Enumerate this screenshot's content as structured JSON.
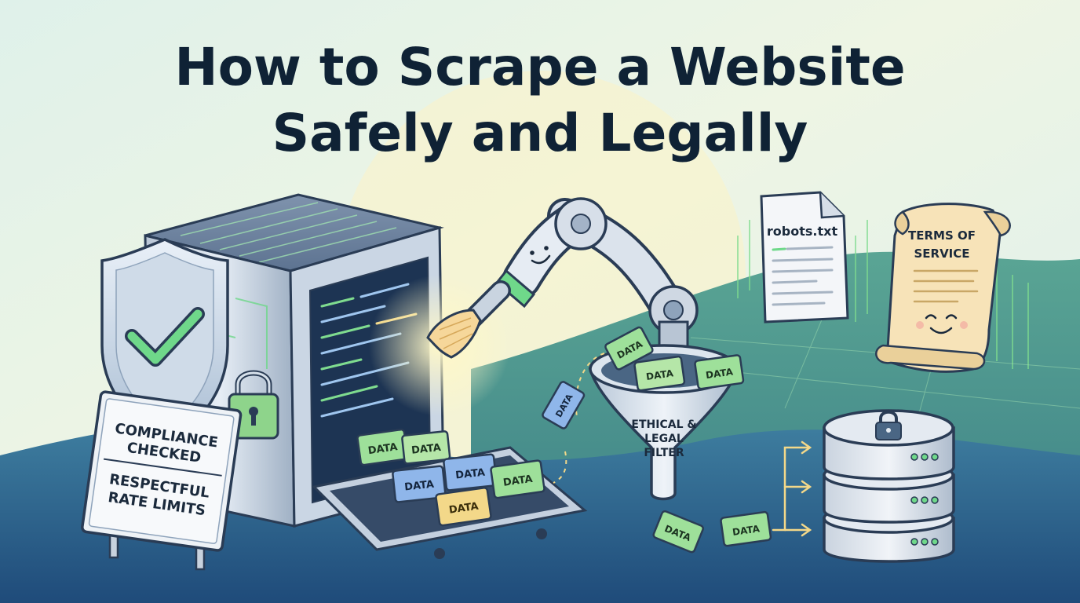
{
  "title": {
    "line1": "How to Scrape a Website",
    "line2": "Safely and Legally"
  },
  "sign": {
    "line1": "COMPLIANCE",
    "line2": "CHECKED",
    "line3": "RESPECTFUL",
    "line4": "RATE LIMITS"
  },
  "robots_doc": {
    "label": "robots.txt"
  },
  "terms_scroll": {
    "line1": "TERMS OF",
    "line2": "SERVICE"
  },
  "funnel": {
    "line1": "ETHICAL &",
    "line2": "LEGAL",
    "line3": "FILTER"
  },
  "data_block_label": "DATA",
  "colors": {
    "title": "#0f2235",
    "hill_far": "#4d9a8e",
    "hill_near": "#2f5f8f",
    "accent_green": "#5fcf6f",
    "block_green": "#9ee09a",
    "block_blue": "#8fb6ea",
    "block_yellow": "#f3d889"
  }
}
